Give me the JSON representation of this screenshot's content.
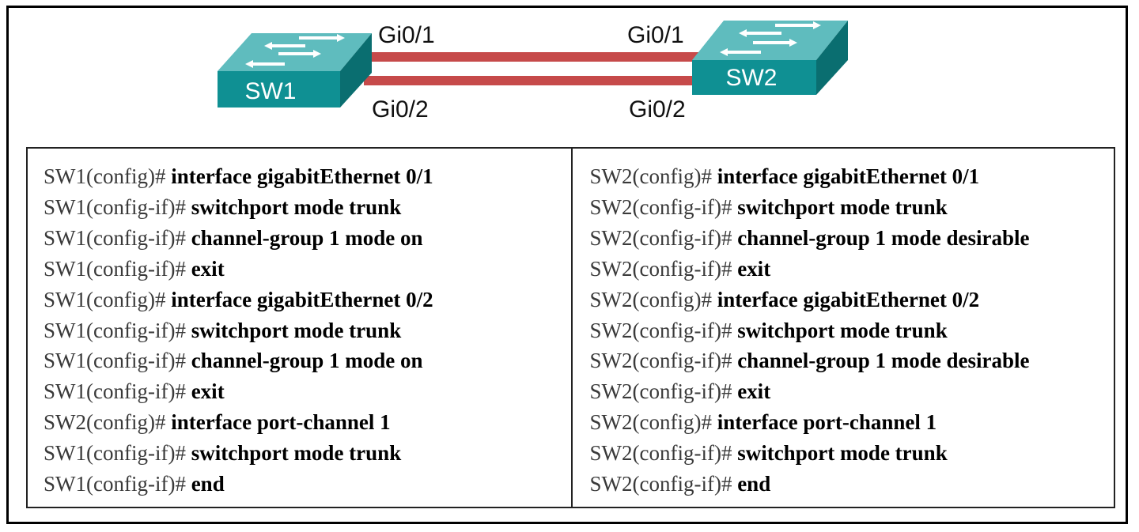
{
  "topology": {
    "switches": [
      {
        "id": "sw1",
        "label": "SW1"
      },
      {
        "id": "sw2",
        "label": "SW2"
      }
    ],
    "ports": {
      "sw1_top": "Gi0/1",
      "sw1_bottom": "Gi0/2",
      "sw2_top": "Gi0/1",
      "sw2_bottom": "Gi0/2"
    },
    "colors": {
      "switch_front": "#0f9093",
      "switch_top": "#5fbcbe",
      "switch_side": "#0a6e70",
      "link": "#c64a4a"
    }
  },
  "config": {
    "left": [
      {
        "prompt": "SW1(config)#",
        "cmd": "interface gigabitEthernet 0/1"
      },
      {
        "prompt": "SW1(config-if)#",
        "cmd": "switchport mode trunk"
      },
      {
        "prompt": "SW1(config-if)#",
        "cmd": "channel-group 1 mode on"
      },
      {
        "prompt": "SW1(config-if)#",
        "cmd": "exit"
      },
      {
        "prompt": "SW1(config)#",
        "cmd": "interface gigabitEthernet 0/2"
      },
      {
        "prompt": "SW1(config-if)#",
        "cmd": "switchport mode trunk"
      },
      {
        "prompt": "SW1(config-if)#",
        "cmd": "channel-group 1 mode on"
      },
      {
        "prompt": "SW1(config-if)#",
        "cmd": "exit"
      },
      {
        "prompt": "SW2(config)#",
        "cmd": "interface port-channel 1"
      },
      {
        "prompt": "SW1(config-if)#",
        "cmd": "switchport mode trunk"
      },
      {
        "prompt": "SW1(config-if)#",
        "cmd": "end"
      }
    ],
    "right": [
      {
        "prompt": "SW2(config)#",
        "cmd": "interface gigabitEthernet 0/1"
      },
      {
        "prompt": "SW2(config-if)#",
        "cmd": "switchport mode trunk"
      },
      {
        "prompt": "SW2(config-if)#",
        "cmd": "channel-group 1 mode desirable"
      },
      {
        "prompt": "SW2(config-if)#",
        "cmd": "exit"
      },
      {
        "prompt": "SW2(config)#",
        "cmd": "interface gigabitEthernet 0/2"
      },
      {
        "prompt": "SW2(config-if)#",
        "cmd": "switchport mode trunk"
      },
      {
        "prompt": "SW2(config-if)#",
        "cmd": "channel-group 1 mode desirable"
      },
      {
        "prompt": "SW2(config-if)#",
        "cmd": "exit"
      },
      {
        "prompt": "SW2(config)#",
        "cmd": "interface port-channel 1"
      },
      {
        "prompt": "SW2(config-if)#",
        "cmd": "switchport mode trunk"
      },
      {
        "prompt": "SW2(config-if)#",
        "cmd": "end"
      }
    ]
  }
}
